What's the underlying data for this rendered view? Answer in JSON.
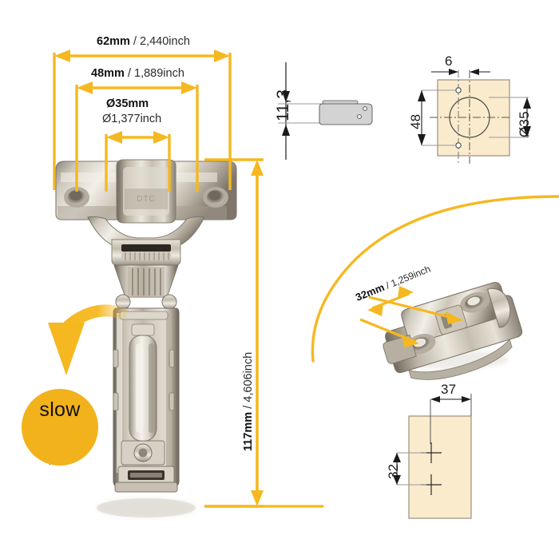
{
  "document": {
    "type": "product-dimension-diagram",
    "subject": "soft-close concealed cabinet hinge with mounting plate"
  },
  "colors": {
    "accent_yellow": "#F5B820",
    "badge_yellow": "#F2B21C",
    "arc_yellow": "#F5B820",
    "panel_beige": "#FAEBCD",
    "panel_outline": "#9a8f7d",
    "cad_line": "#1b1b1b",
    "background": "#FFFFFF"
  },
  "dimensions": {
    "overall_width": {
      "metric": "62mm",
      "separator": " / ",
      "imperial": "2,440inch"
    },
    "screw_hole_spacing": {
      "metric": "48mm",
      "separator": " / ",
      "imperial": "1,889inch"
    },
    "cup_diameter": {
      "metric": "Ø35mm",
      "imperial": "Ø1,377inch"
    },
    "overall_height": {
      "metric": "117mm",
      "separator": " / ",
      "imperial": "4,606inch"
    },
    "plate_hole_spacing": {
      "metric": "32mm",
      "separator": " / ",
      "imperial": "1,259inch"
    }
  },
  "cad_front_view": {
    "name": "cup-boring-pattern",
    "thickness_label": "11,3"
  },
  "cad_door_view": {
    "name": "door-drilling-pattern",
    "edge_distance": "6",
    "hole_spacing": "48",
    "bore_diameter": "Ø35"
  },
  "cad_side_panel_view": {
    "name": "cabinet-side-drilling-pattern",
    "front_offset": "37",
    "hole_spacing": "32"
  },
  "badge": {
    "label": "slow",
    "icon": "soft-close-damper-icon"
  },
  "callouts": {
    "arrow_to_hinge": "curved-down-arrow",
    "plate_leader_label": "32mm / 1,259inch"
  }
}
